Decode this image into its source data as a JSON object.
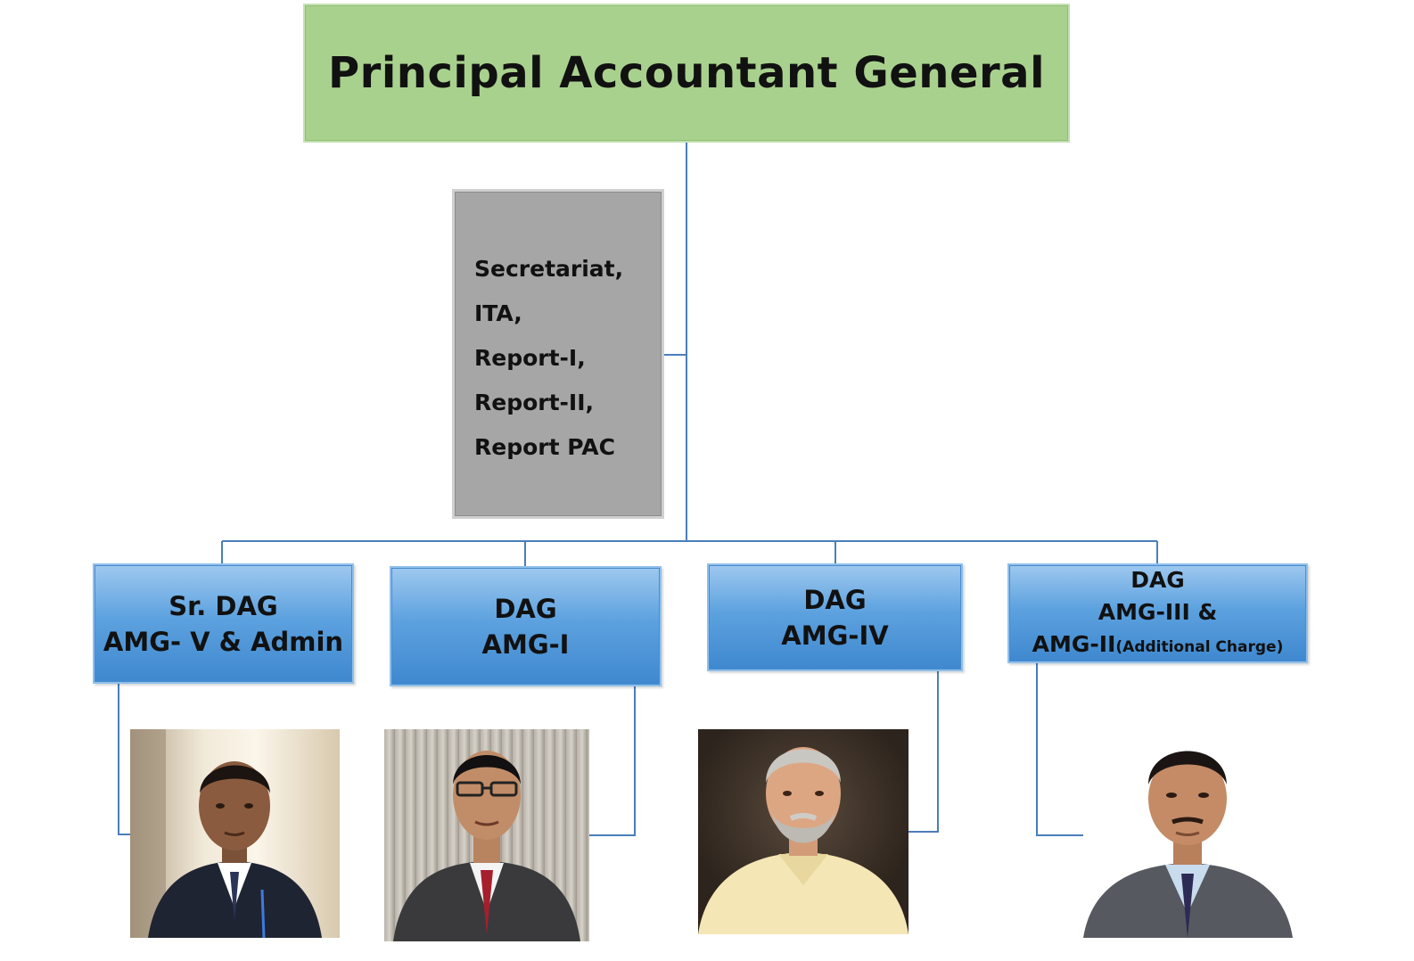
{
  "chart": {
    "top": {
      "title": "Principal Accountant General"
    },
    "staff_box": {
      "lines": [
        "Secretariat,",
        "ITA,",
        "Report-I,",
        "Report-II,",
        "Report PAC"
      ]
    },
    "branches": [
      {
        "line1": "Sr. DAG",
        "line2": "AMG- V & Admin"
      },
      {
        "line1": "DAG",
        "line2": "AMG-I"
      },
      {
        "line1": "DAG",
        "line2": "AMG-IV"
      },
      {
        "line1": "DAG",
        "line2": "AMG-III &",
        "line3": "AMG-II",
        "line3_small": "(Additional Charge)"
      }
    ]
  },
  "colors": {
    "connector": "#4a7ebb",
    "top_fill": "#a9d18e",
    "staff_fill": "#a6a6a6",
    "branch_fill": "#5b9bd5"
  }
}
